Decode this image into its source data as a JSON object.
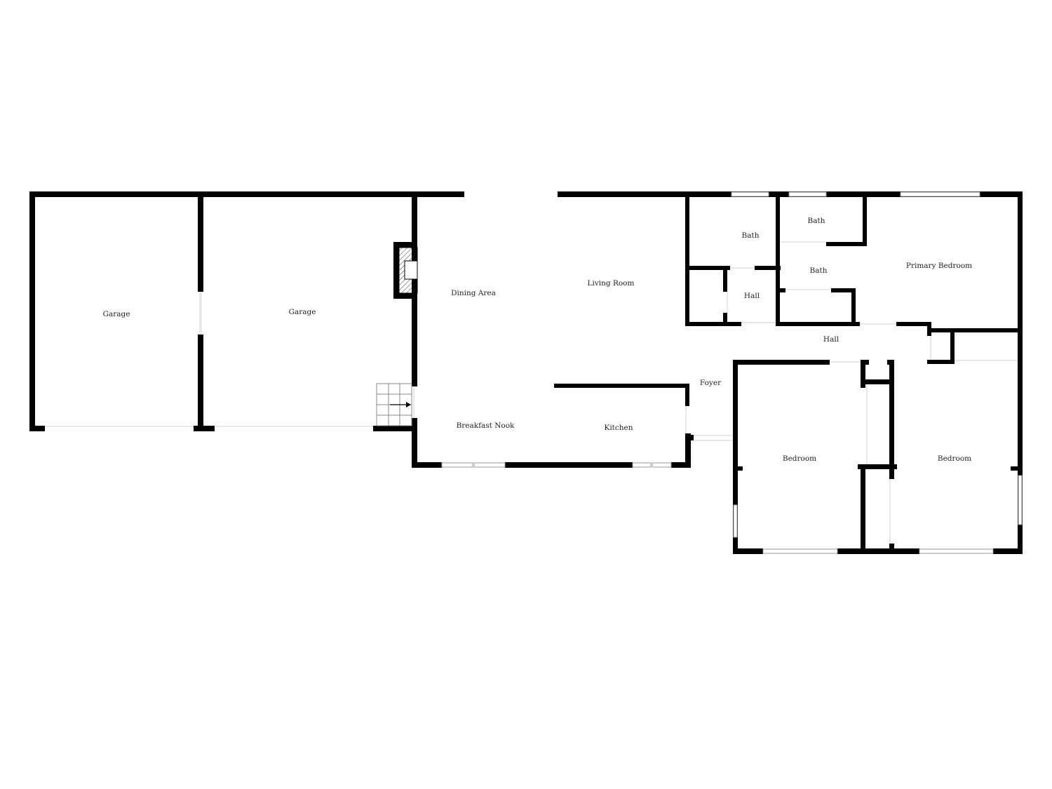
{
  "colors": {
    "wall": "#000000",
    "background": "#ffffff",
    "window": "#9a9a9a",
    "text": "#222222"
  },
  "rooms": {
    "garage_left": "Garage",
    "garage_right": "Garage",
    "dining_area": "Dining Area",
    "living_room": "Living Room",
    "bath_upper_left": "Bath",
    "bath_upper_right": "Bath",
    "bath_middle": "Bath",
    "hall_small": "Hall",
    "primary_bedroom": "Primary Bedroom",
    "hall_main": "Hall",
    "foyer": "Foyer",
    "breakfast_nook": "Breakfast Nook",
    "kitchen": "Kitchen",
    "bedroom_left": "Bedroom",
    "bedroom_right": "Bedroom"
  },
  "icons": [
    "fireplace-icon",
    "stairs-icon",
    "arrow-right-icon"
  ]
}
